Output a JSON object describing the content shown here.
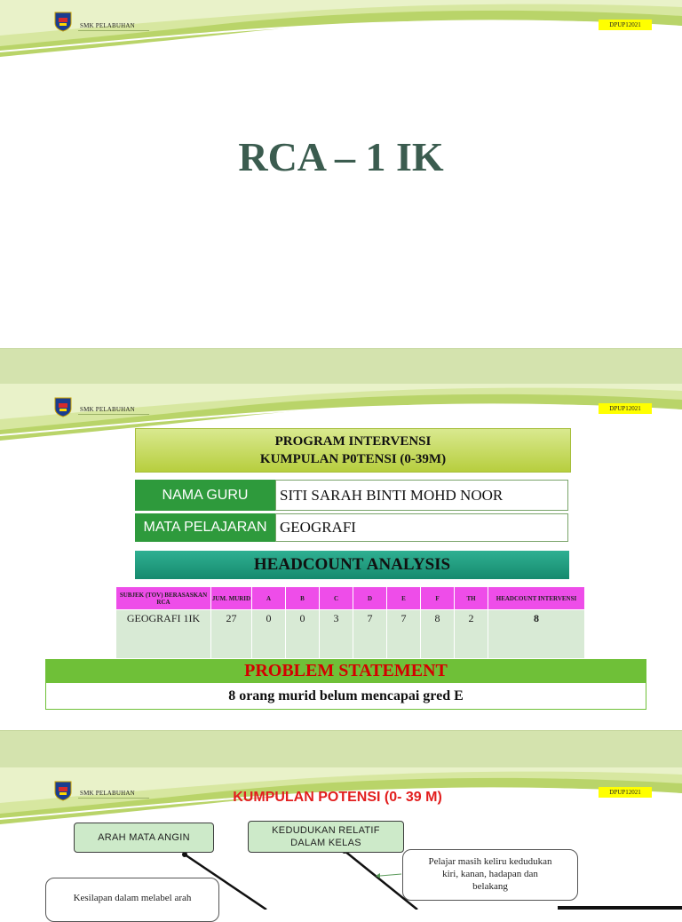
{
  "header": {
    "school_name": "SMK PELABUHAN",
    "code": "DPUP12021"
  },
  "slide1": {
    "title": "RCA – 1 IK"
  },
  "slide2": {
    "program_line1": "PROGRAM INTERVENSI",
    "program_line2": "KUMPULAN P0TENSI (0-39M)",
    "teacher_label": "NAMA GURU",
    "teacher_name": "SITI SARAH BINTI MOHD NOOR",
    "subject_label": "MATA PELAJARAN",
    "subject_name": "GEOGRAFI",
    "headcount_title": "HEADCOUNT ANALYSIS",
    "table": {
      "headers": [
        "SUBJEK (TOV) BERASASKAN RCA",
        "JUM. MURID",
        "A",
        "B",
        "C",
        "D",
        "E",
        "F",
        "TH",
        "HEADCOUNT INTERVENSI"
      ],
      "row": [
        "GEOGRAFI 1IK",
        "27",
        "0",
        "0",
        "3",
        "7",
        "7",
        "8",
        "2",
        "8"
      ]
    },
    "problem_title": "PROBLEM STATEMENT",
    "problem_text": "8 orang murid belum mencapai gred E"
  },
  "slide3": {
    "title": "KUMPULAN POTENSI (0- 39 M)",
    "node_arah": "ARAH MATA ANGIN",
    "node_kedudukan_1": "KEDUDUKAN RELATIF",
    "node_kedudukan_2": "DALAM KELAS",
    "note_pelajar_1": "Pelajar masih keliru kedudukan",
    "note_pelajar_2": "kiri, kanan, hadapan dan",
    "note_pelajar_3": "belakang",
    "note_kesilapan": "Kesilapan dalam melabel arah"
  },
  "colors": {
    "title_green": "#3b5c4f",
    "label_green": "#2e9a3c",
    "table_header_magenta": "#ee4de9",
    "problem_red": "#d40000",
    "badge_yellow": "#ffff00"
  }
}
